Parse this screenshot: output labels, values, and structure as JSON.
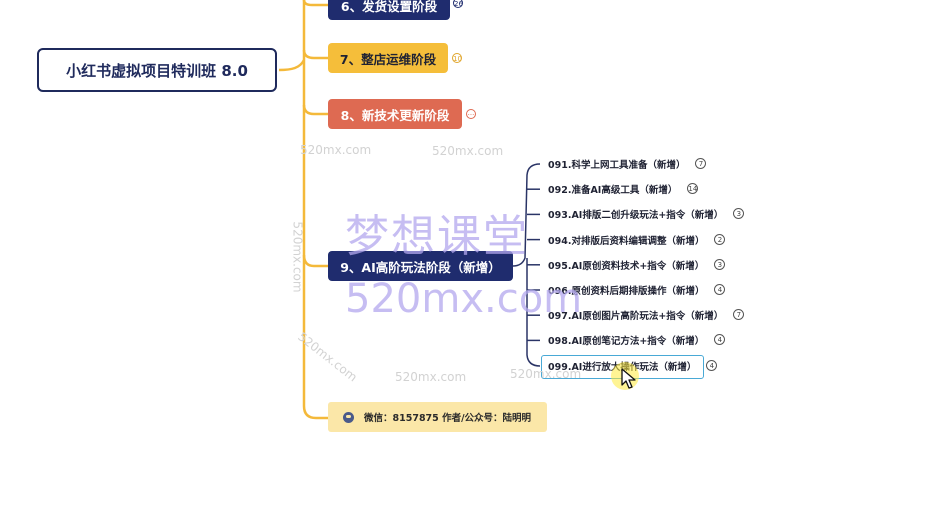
{
  "root": {
    "title": "小红书虚拟项目特训班 8.0"
  },
  "stages": [
    {
      "label": "6、发货设置阶段",
      "badge": "26",
      "color": "#1f2c6e",
      "text_color": "#ffffff",
      "badge_color": "#1f2c6e"
    },
    {
      "label": "7、整店运维阶段",
      "badge": "10",
      "color": "#f5be3a",
      "text_color": "#1f2233",
      "badge_color": "#e0a52a"
    },
    {
      "label": "8、新技术更新阶段",
      "badge": "···",
      "color": "#de6a52",
      "text_color": "#ffffff",
      "badge_color": "#de6a52"
    },
    {
      "label": "9、AI高阶玩法阶段（新增）",
      "badge": "",
      "color": "#1f2c6e",
      "text_color": "#ffffff",
      "badge_color": "#1f2c6e"
    }
  ],
  "subitems": [
    {
      "label": "091.科学上网工具准备（新增）",
      "badge": "7"
    },
    {
      "label": "092.准备AI高级工具（新增）",
      "badge": "14"
    },
    {
      "label": "093.AI排版二创升级玩法+指令（新增）",
      "badge": "3"
    },
    {
      "label": "094.对排版后资料编辑调整（新增）",
      "badge": "2"
    },
    {
      "label": "095.AI原创资料技术+指令（新增）",
      "badge": "3"
    },
    {
      "label": "096.原创资料后期排版操作（新增）",
      "badge": "4"
    },
    {
      "label": "097.AI原创图片高阶玩法+指令（新增）",
      "badge": "7"
    },
    {
      "label": "098.AI原创笔记方法+指令（新增）",
      "badge": "4"
    },
    {
      "label": "099.AI进行放大操作玩法（新增）",
      "badge": "4"
    }
  ],
  "footer": {
    "text": "微信：8157875 作者/公众号：陆明明"
  },
  "watermark": {
    "big_cn": "梦想课堂",
    "big_url": "520mx.com",
    "small": "520mx.com"
  },
  "colors": {
    "connector": "#f4b93a",
    "sub_connector": "#2a3466",
    "selected_border": "#49a9d6"
  }
}
